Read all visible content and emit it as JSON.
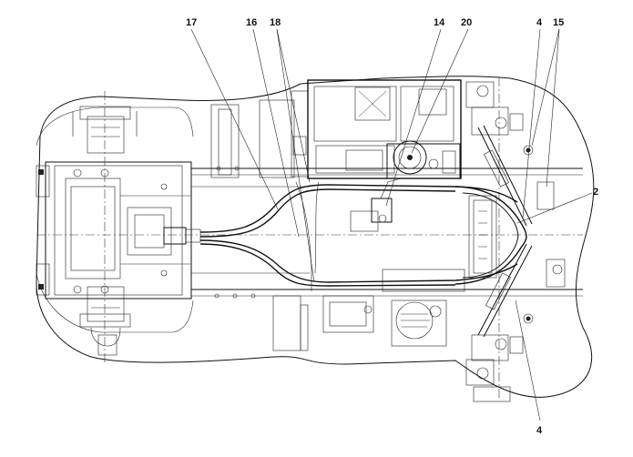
{
  "callouts": [
    {
      "id": "c17",
      "text": "17"
    },
    {
      "id": "c16",
      "text": "16"
    },
    {
      "id": "c18",
      "text": "18"
    },
    {
      "id": "c14",
      "text": "14"
    },
    {
      "id": "c20",
      "text": "20"
    },
    {
      "id": "c4a",
      "text": "4"
    },
    {
      "id": "c15",
      "text": "15"
    },
    {
      "id": "c2",
      "text": "2"
    },
    {
      "id": "c4b",
      "text": "4"
    }
  ]
}
